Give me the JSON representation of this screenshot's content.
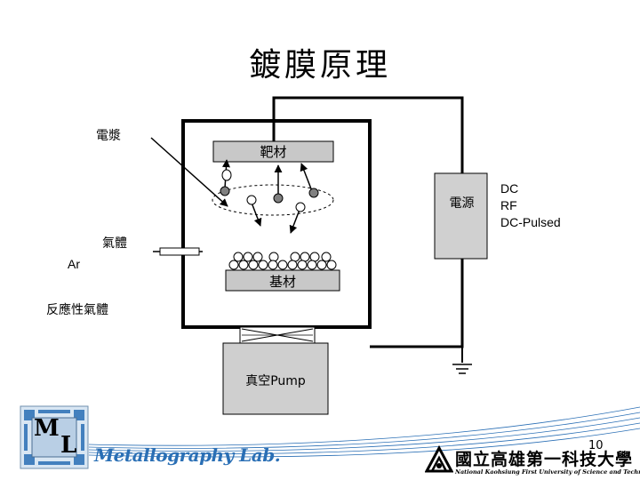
{
  "title": "鍍膜原理",
  "labels": {
    "plasma": "電漿",
    "target": "靶材",
    "power_supply": "電源",
    "gas": "氣體",
    "argon": "Ar",
    "substrate": "基材",
    "reactive_gas": "反應性氣體",
    "vacuum_pump": "真空Pump"
  },
  "power_types": [
    "DC",
    "RF",
    "DC-Pulsed"
  ],
  "footer": {
    "lab_name": "Metallography Lab.",
    "logo_letters": [
      "M",
      "L"
    ],
    "school_name_cn": "國立高雄第一科技大學",
    "school_name_en": "National Kaohsiung First University of Science and Technology",
    "page_number": "10"
  },
  "colors": {
    "target_fill": "#c8c8c8",
    "substrate_fill": "#c8c8c8",
    "power_fill": "#d0d0d0",
    "pump_fill": "#cfcfcf",
    "atom_dark": "#808080",
    "lab_blue": "#2a6fb5"
  }
}
